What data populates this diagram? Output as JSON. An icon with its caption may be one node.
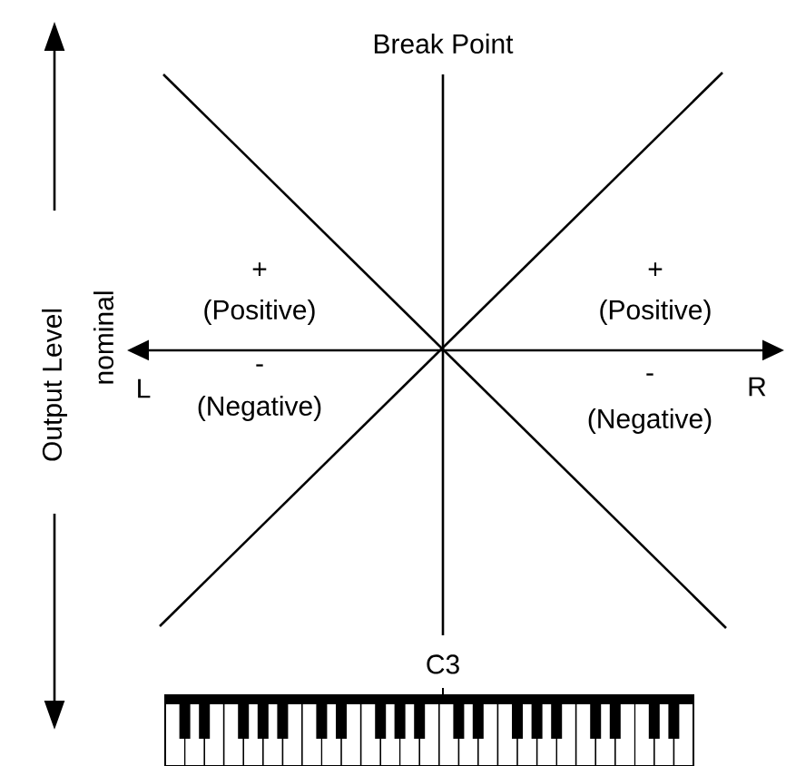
{
  "diagram": {
    "labels": [
      "Break Point",
      "Output Level",
      "nominal",
      "+",
      "(Positive)",
      "+",
      "(Positive)",
      "L",
      "-",
      "(Negative)",
      "-",
      "R",
      "(Negative)",
      "C3"
    ]
  }
}
